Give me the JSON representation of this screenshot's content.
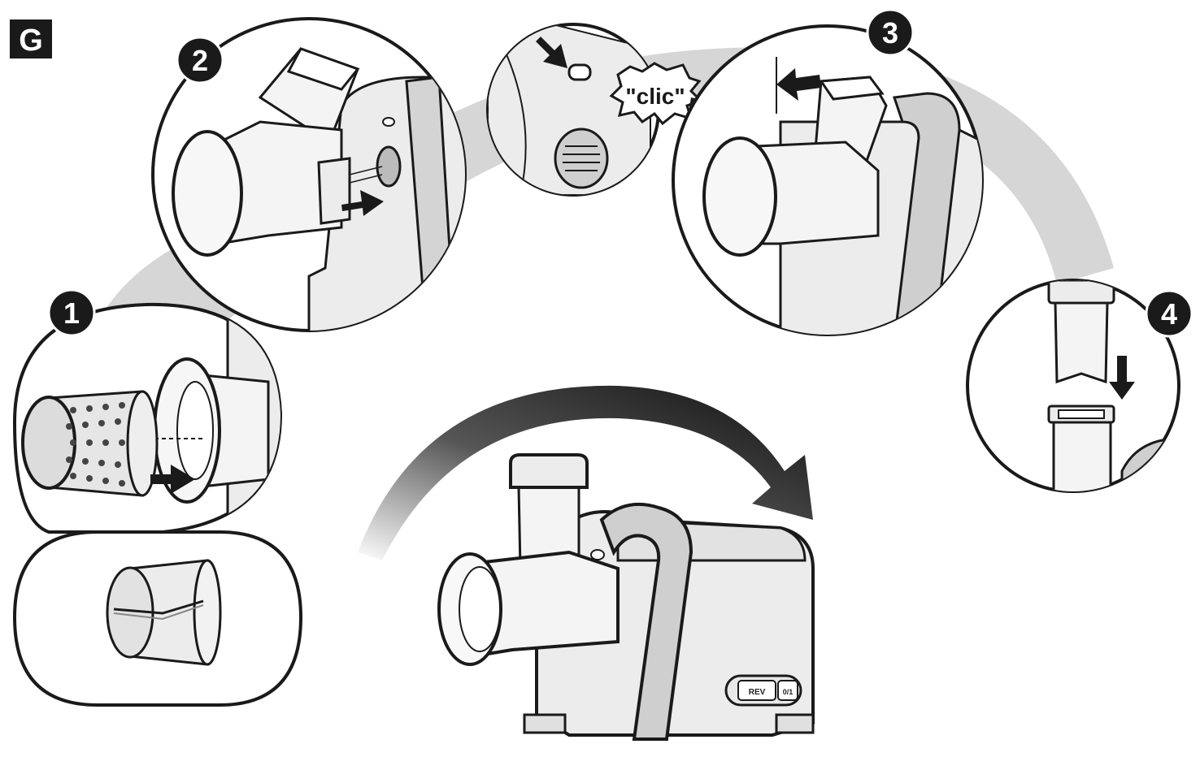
{
  "figure": {
    "section_label": "G",
    "callout_text": "\"clic\"",
    "steps": [
      {
        "number": "1",
        "name": "insert-drum-into-housing"
      },
      {
        "number": "2",
        "name": "attach-unit-to-motor"
      },
      {
        "number": "3",
        "name": "rotate-until-click"
      },
      {
        "number": "4",
        "name": "fit-pusher"
      }
    ],
    "control_panel": {
      "reverse_label": "REV",
      "on_label": "0/1"
    }
  },
  "colors": {
    "ink": "#1a1a1a",
    "body_fill": "#ececec",
    "shade": "#d4d4d4",
    "highlight_path": "#cfcfcf",
    "label_bg": "#1a1a1a",
    "label_text": "#ffffff"
  },
  "icons": [
    "arrow-right-icon",
    "arrow-down-icon",
    "curved-arrow-icon"
  ]
}
